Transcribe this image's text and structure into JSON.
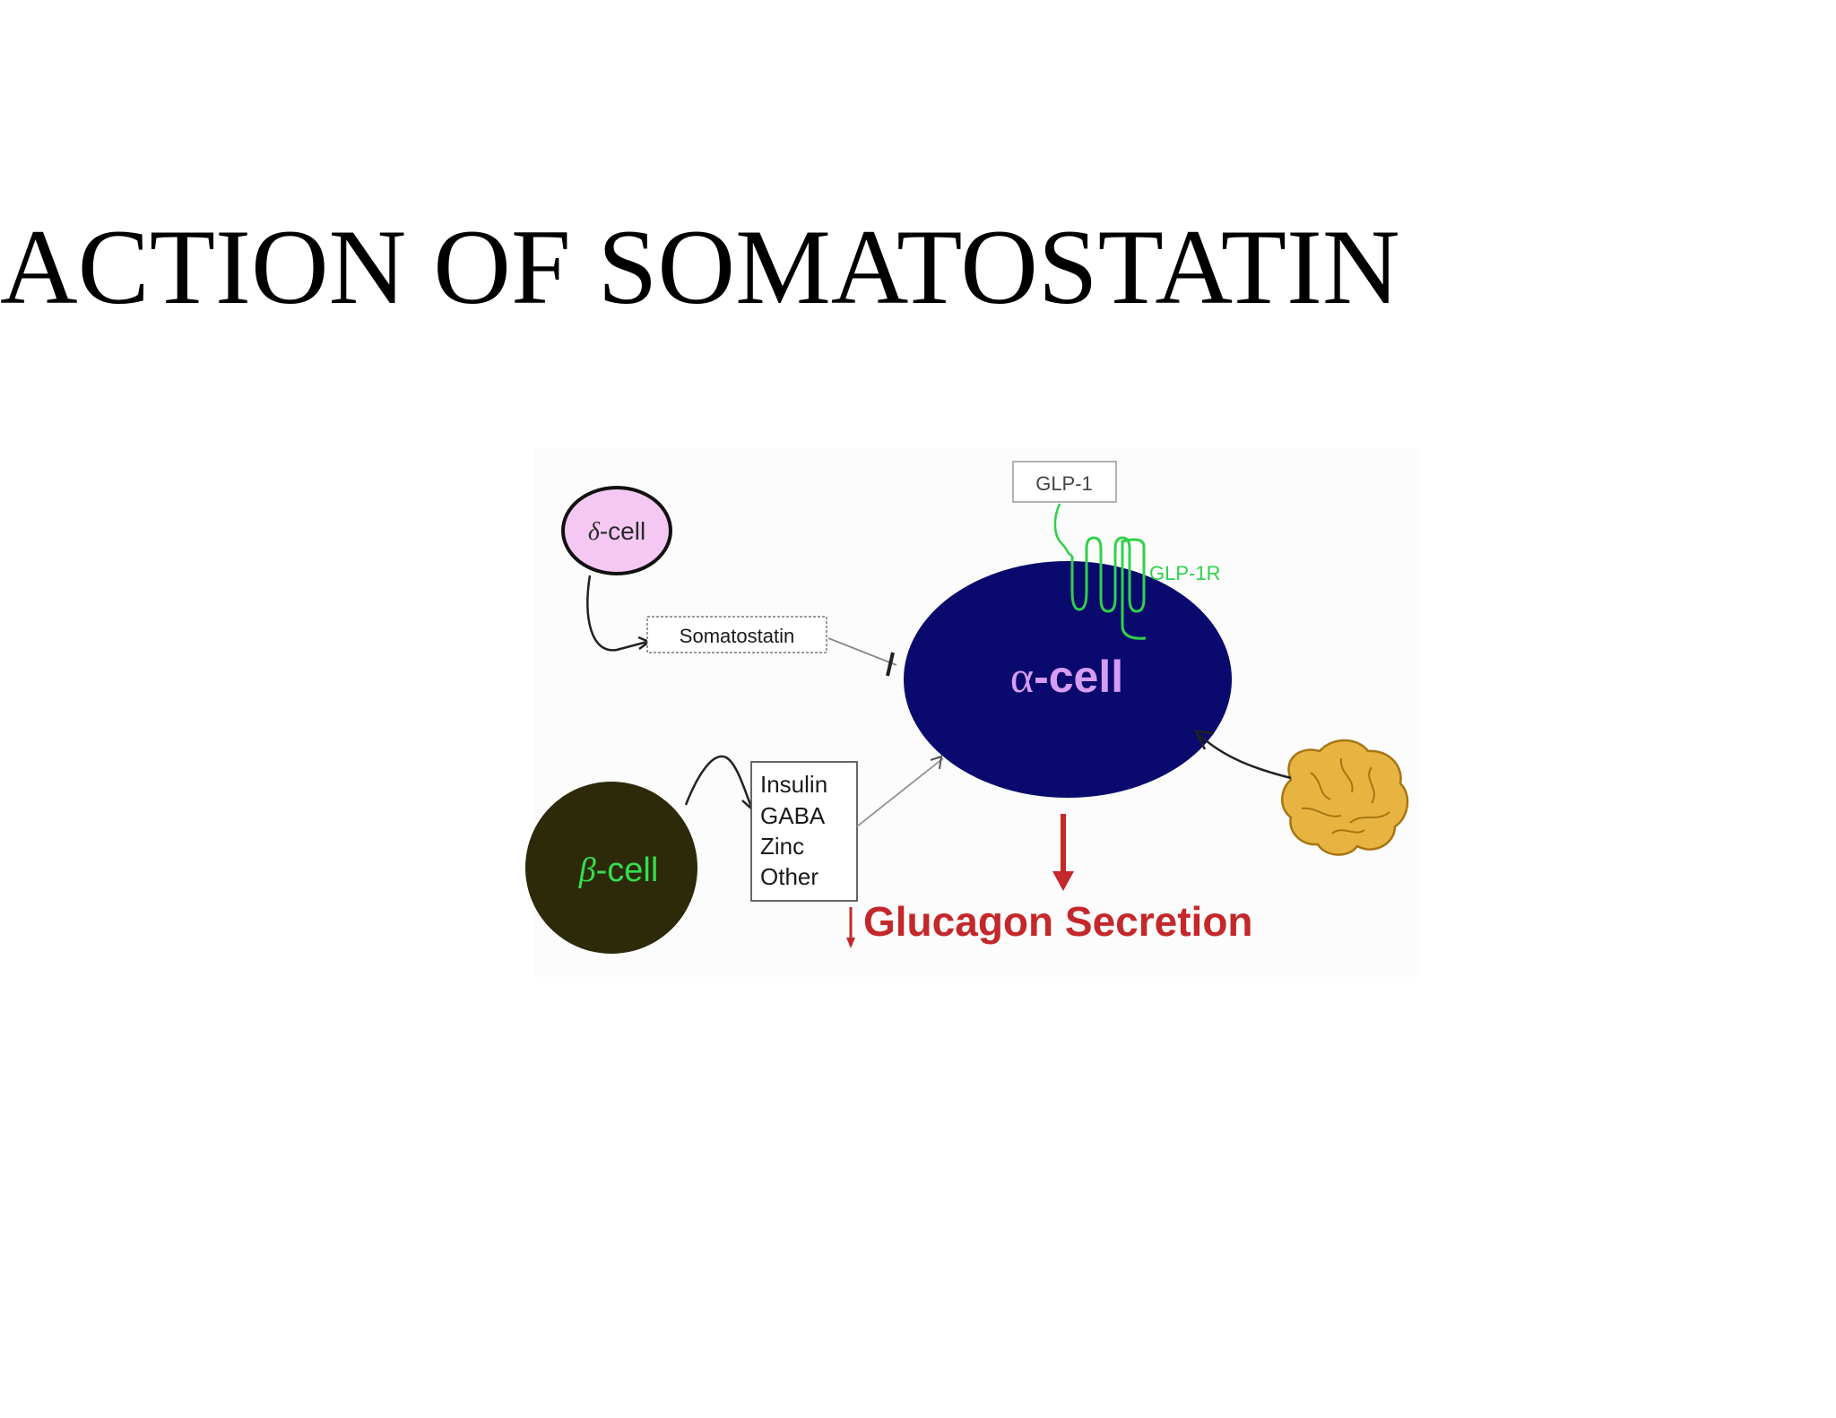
{
  "slide": {
    "title": "ACTION OF SOMATOSTATIN"
  },
  "diagram": {
    "delta_cell": {
      "greek": "δ",
      "label": "-cell"
    },
    "alpha_cell": {
      "greek": "α",
      "label": "-cell"
    },
    "beta_cell": {
      "greek": "β",
      "label": "-cell"
    },
    "somatostatin_label": "Somatostatin",
    "glp1_label": "GLP-1",
    "glp1r_label": "GLP-1R",
    "beta_factors": [
      "Insulin",
      "GABA",
      "Zinc",
      "Other"
    ],
    "glucagon_label": "Glucagon Secretion",
    "brain_icon": "brain-icon",
    "colors": {
      "alpha_cell_fill": "#0a0a6e",
      "alpha_cell_text": "#d79cf5",
      "delta_cell_fill": "#f4c8f2",
      "beta_cell_fill": "#2d2a0a",
      "beta_cell_text": "#33e04a",
      "glp_green": "#2fd14a",
      "glucagon_red": "#c4282a",
      "brain": "#e8b441"
    }
  }
}
